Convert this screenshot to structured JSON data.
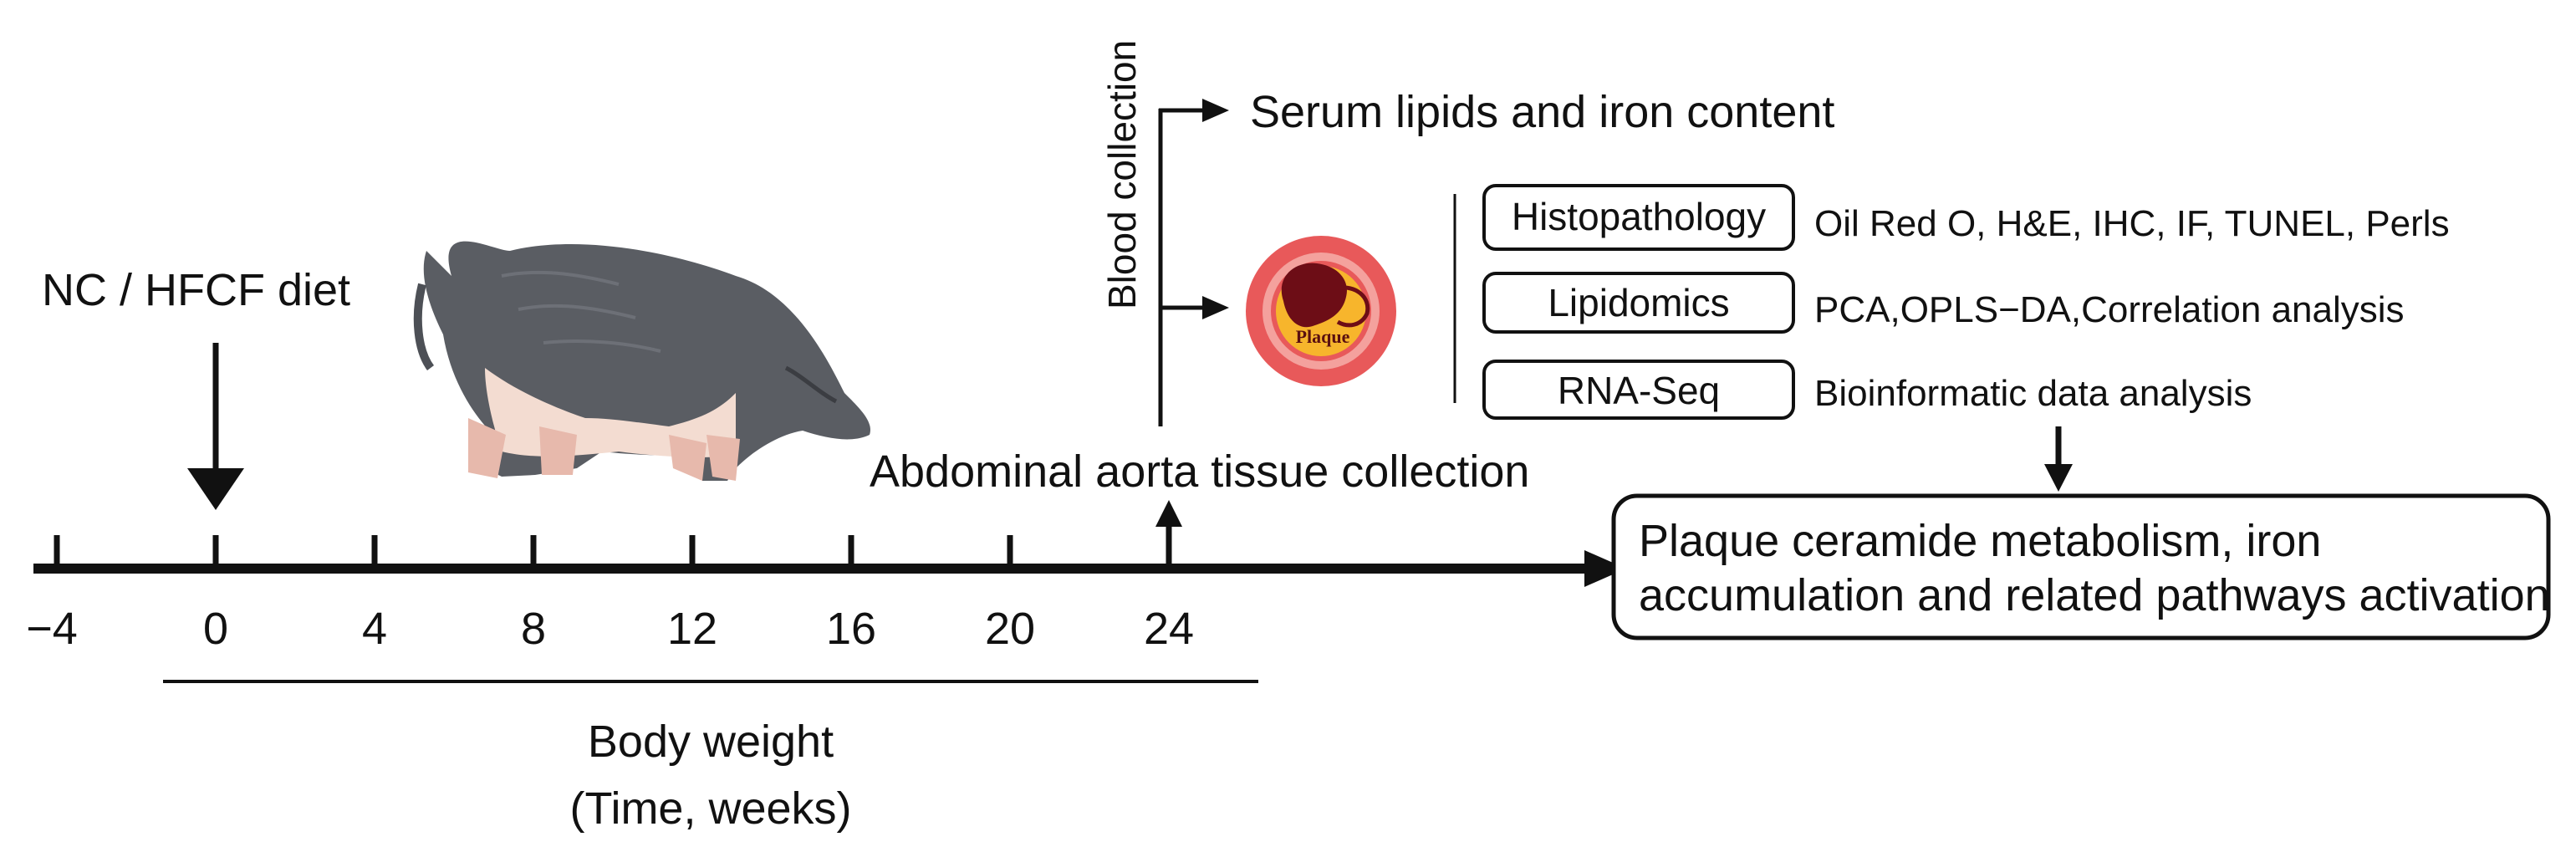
{
  "diet_label": "NC / HFCF diet",
  "blood_collection": "Blood collection",
  "serum": "Serum lipids and iron content",
  "tissue_collection": "Abdominal aorta tissue collection",
  "plaque_label": "Plaque",
  "methods": [
    {
      "name": "Histopathology",
      "detail": "Oil Red O, H&E, IHC, IF, TUNEL, Perls"
    },
    {
      "name": "Lipidomics",
      "detail": "PCA,OPLS−DA,Correlation analysis"
    },
    {
      "name": "RNA-Seq",
      "detail": "Bioinformatic data analysis"
    }
  ],
  "outcome_line1": "Plaque ceramide metabolism, iron",
  "outcome_line2": "accumulation and related pathways activation",
  "timeline_ticks": [
    "−4",
    "0",
    "4",
    "8",
    "12",
    "16",
    "20",
    "24"
  ],
  "body_weight": "Body weight",
  "time_weeks": "(Time, weeks)",
  "colors": {
    "stroke": "#111111",
    "aorta_outer": "#e8595a",
    "aorta_ring": "#f4a19d",
    "plaque_fill": "#f7b52c",
    "lumen_dark": "#6d0d16"
  }
}
